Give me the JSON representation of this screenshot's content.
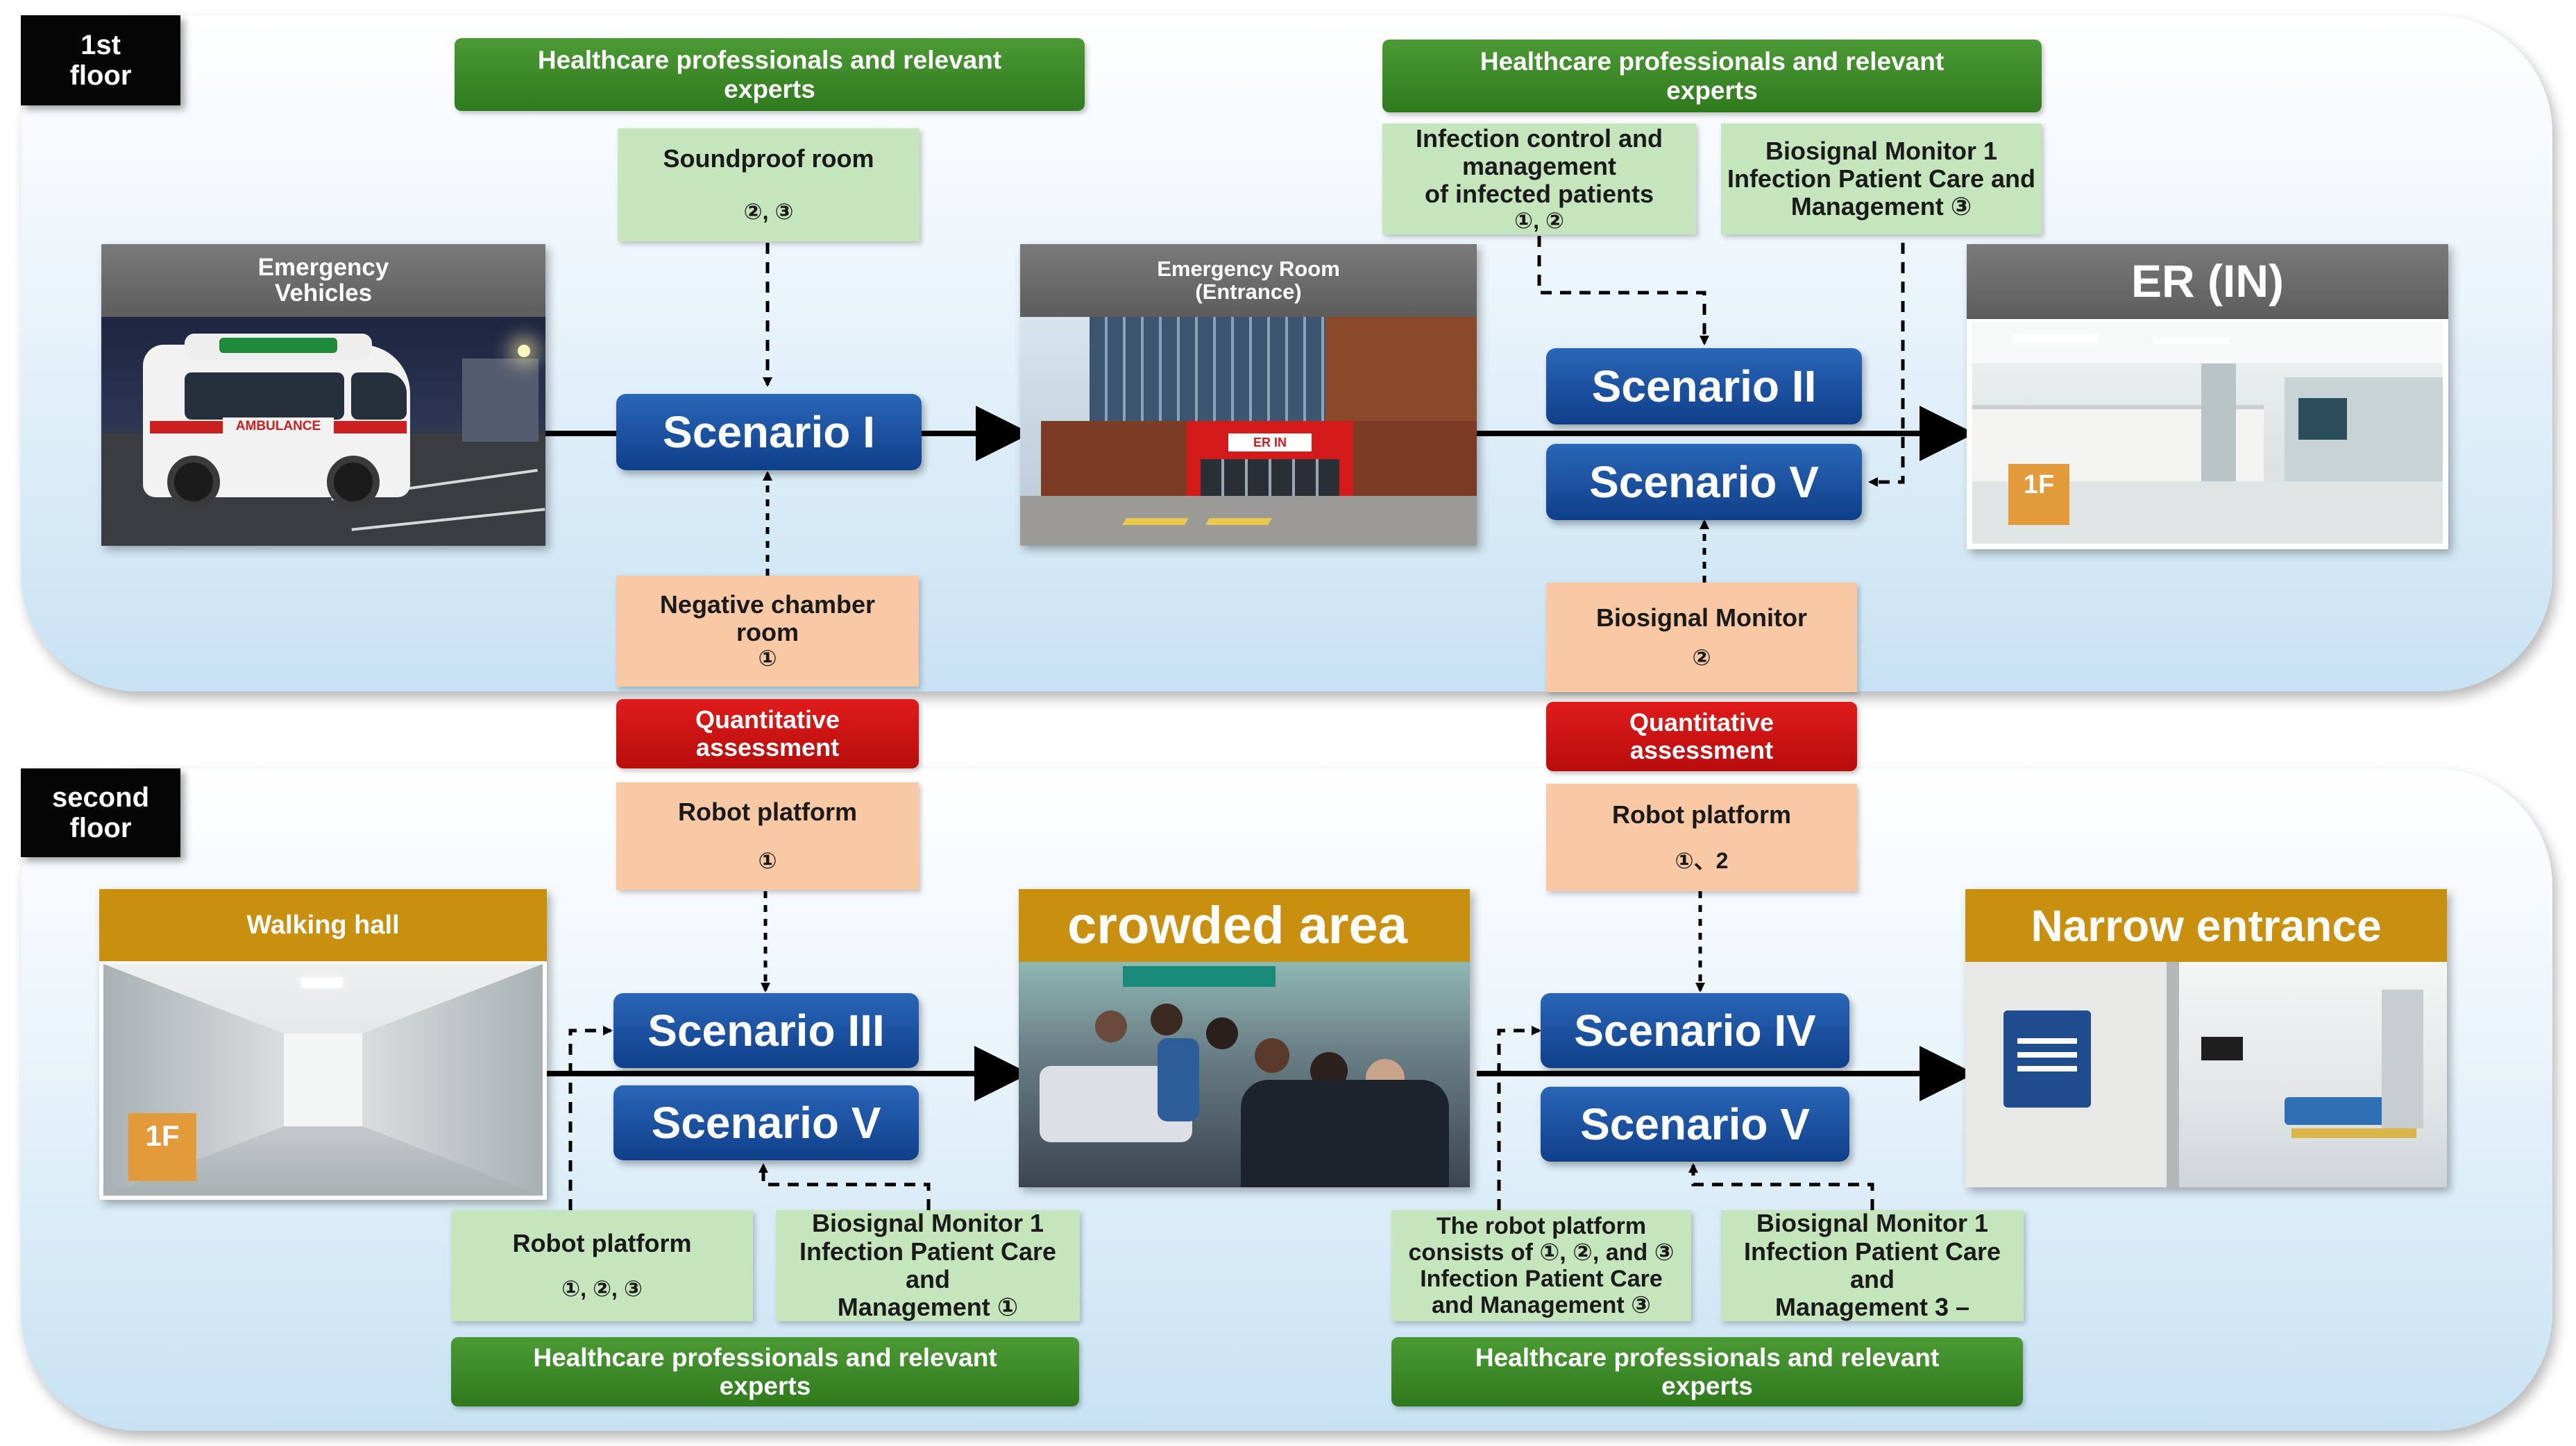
{
  "floors": {
    "first": {
      "label_line1": "1st",
      "label_line2": "floor"
    },
    "second": {
      "label_line1": "second",
      "label_line2": "floor"
    }
  },
  "experts_label_line1": "Healthcare professionals and relevant",
  "experts_label_line2": "experts",
  "first_floor": {
    "soundproof": {
      "title": "Soundproof room",
      "marks": "②, ③"
    },
    "infection_control": {
      "line1": "Infection control and",
      "line2": "management",
      "line3": "of infected patients",
      "marks": "①, ②"
    },
    "biosignal_top": {
      "line1": "Biosignal Monitor 1",
      "line2": "Infection Patient Care and",
      "line3": "Management ③"
    },
    "emergency_vehicles": {
      "line1": "Emergency",
      "line2": "Vehicles",
      "photo_text": "AMBULANCE"
    },
    "er_entrance": {
      "line1": "Emergency Room",
      "line2": "(Entrance)",
      "sign_text": "ER IN"
    },
    "er_in": {
      "title": "ER (IN)",
      "badge": "1F"
    },
    "scenario_1": "Scenario I",
    "scenario_2": "Scenario II",
    "scenario_5a": "Scenario V",
    "negative_chamber": {
      "line1": "Negative chamber",
      "line2": "room",
      "marks": "①"
    },
    "biosignal_monitor": {
      "title": "Biosignal Monitor",
      "marks": "②"
    }
  },
  "quantitative": {
    "line1": "Quantitative",
    "line2": "assessment"
  },
  "second_floor": {
    "robot_left": {
      "title": "Robot platform",
      "marks": "①"
    },
    "robot_right": {
      "title": "Robot platform",
      "marks": "①、2"
    },
    "walking_hall": {
      "title": "Walking hall",
      "badge": "1F"
    },
    "crowded_area": {
      "title": "crowded area"
    },
    "narrow_entrance": {
      "title": "Narrow entrance"
    },
    "scenario_3": "Scenario III",
    "scenario_5b": "Scenario V",
    "scenario_4": "Scenario IV",
    "scenario_5c": "Scenario V",
    "robot_bottom": {
      "title": "Robot platform",
      "marks": "①, ②, ③"
    },
    "biosignal_bottom_left": {
      "line1": "Biosignal Monitor 1",
      "line2": "Infection Patient Care and",
      "line3": "Management ①"
    },
    "robot_consists": {
      "line1": "The robot platform",
      "line2": "consists of ①, ②, and ③",
      "line3": "Infection Patient Care",
      "line4": "and Management ③"
    },
    "biosignal_bottom_right": {
      "line1": "Biosignal Monitor 1",
      "line2": "Infection Patient Care and",
      "line3": "Management 3 –"
    }
  },
  "colors": {
    "scenario_blue": "#0f3f8a",
    "expert_green": "#2f7a1e",
    "light_green": "#c5e6bd",
    "peach": "#f9c9a5",
    "assessment_red": "#d01414",
    "gold_header": "#c9900f"
  }
}
